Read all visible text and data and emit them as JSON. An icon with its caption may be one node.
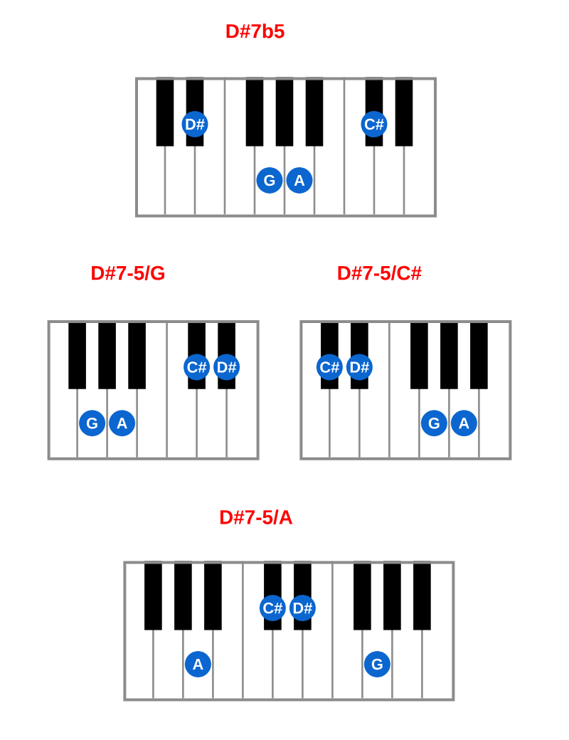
{
  "diagram": {
    "nodes": [
      {
        "text": [
          "D#7b5"
        ]
      },
      {
        "text": [
          "D#"
        ],
        "in": 0
      },
      {
        "text": [
          "C#"
        ],
        "in": 0
      },
      {
        "text": [
          "G"
        ],
        "in": 0
      },
      {
        "text": [
          "A"
        ],
        "in": 0
      },
      {
        "text": [
          "D#7-5/G"
        ]
      },
      {
        "text": [
          "C#"
        ],
        "in": 5
      },
      {
        "text": [
          "D#"
        ],
        "in": 5
      },
      {
        "text": [
          "G"
        ],
        "in": 5
      },
      {
        "text": [
          "A"
        ],
        "in": 5
      },
      {
        "text": [
          "D#7-5/C#"
        ]
      },
      {
        "text": [
          "C#"
        ],
        "in": 10
      },
      {
        "text": [
          "D#"
        ],
        "in": 10
      },
      {
        "text": [
          "G"
        ],
        "in": 10
      },
      {
        "text": [
          "A"
        ],
        "in": 10
      },
      {
        "text": [
          "D#7-5/A"
        ]
      },
      {
        "text": [
          "C#"
        ],
        "in": 15
      },
      {
        "text": [
          "D#"
        ],
        "in": 15
      },
      {
        "text": [
          "A"
        ],
        "in": 15
      },
      {
        "text": [
          "G"
        ],
        "in": 15
      }
    ]
  }
}
